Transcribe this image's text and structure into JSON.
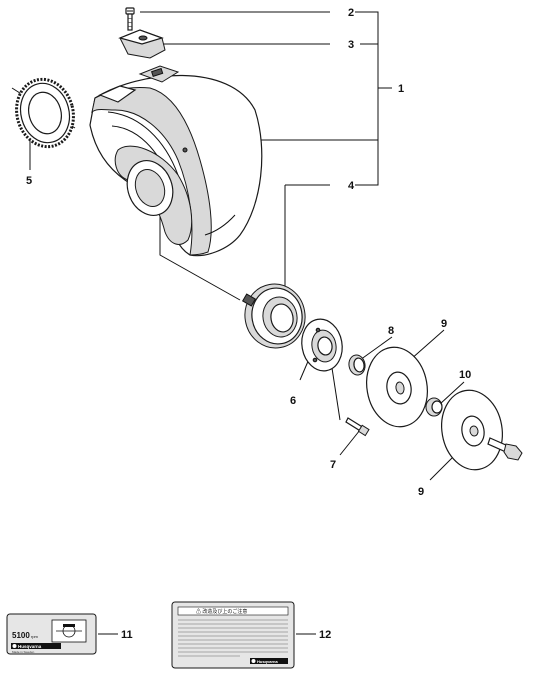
{
  "callouts": {
    "c1": "1",
    "c2": "2",
    "c3": "3",
    "c4": "4",
    "c5": "5",
    "c6": "6",
    "c7": "7",
    "c8": "8",
    "c9a": "9",
    "c9b": "9",
    "c10": "10",
    "c11": "11",
    "c12": "12"
  },
  "decal_11": {
    "rpm": "5100",
    "rpm_unit": "rpm",
    "brand": "Husqvarna",
    "origin": "Made in Sweden"
  },
  "decal_12": {
    "heading": "⚠ 改造及び上のご注意",
    "brand": "Husqvarna"
  },
  "colors": {
    "line": "#1a1a1a",
    "shade": "#d9d9d9",
    "background": "#ffffff"
  }
}
